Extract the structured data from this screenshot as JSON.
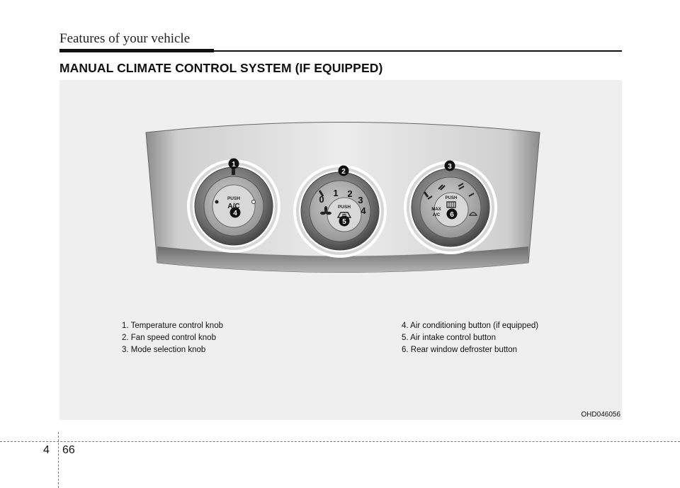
{
  "header": {
    "section_label": "Features of your vehicle",
    "title": "MANUAL CLIMATE CONTROL SYSTEM (IF EQUIPPED)"
  },
  "figure": {
    "code": "OHD046056",
    "knobs": {
      "temperature": {
        "callout": "1",
        "button_callout": "4",
        "push_label": "PUSH",
        "button_label": "A/C"
      },
      "fan": {
        "callout": "2",
        "button_callout": "5",
        "push_label": "PUSH",
        "speed_labels": [
          "0",
          "1",
          "2",
          "3",
          "4"
        ]
      },
      "mode": {
        "callout": "3",
        "button_callout": "6",
        "push_label": "PUSH",
        "max_label": "MAX",
        "ac_label": "A/C"
      }
    }
  },
  "legend": {
    "left": [
      "1. Temperature control knob",
      "2. Fan speed control knob",
      "3. Mode selection knob"
    ],
    "right": [
      "4. Air conditioning button (if equipped)",
      "5. Air intake control button",
      "6. Rear window defroster button"
    ]
  },
  "footer": {
    "chapter": "4",
    "page": "66"
  }
}
